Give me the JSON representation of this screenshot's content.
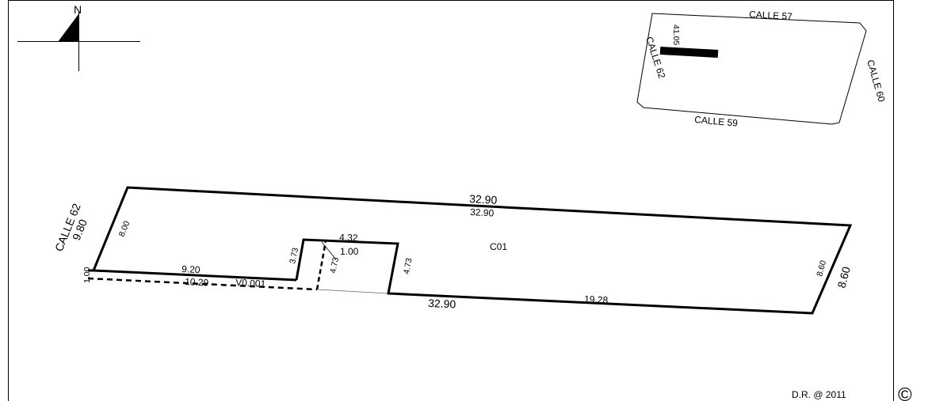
{
  "north": {
    "label": "N"
  },
  "key_map": {
    "streets": {
      "north": "CALLE 57",
      "east": "CALLE 60",
      "south": "CALLE 59",
      "west": "CALLE 62"
    },
    "distance": "41.05"
  },
  "plan": {
    "street": "CALLE 62",
    "parcel": "C01",
    "dims": {
      "top_outer": "32.90",
      "top_inner": "32.90",
      "left_outer": "9.80",
      "left_inner": "8.00",
      "left_small": "1.00",
      "right_inner": "8.60",
      "right_outer": "8.60",
      "bottom_outer": "32.90",
      "bottom_inner": "19.28",
      "step_left": "9.20",
      "dashed_len": "10.29",
      "easement": "V0.001",
      "notch_height_left": "3.73",
      "notch_top": "4.32",
      "notch_gap": "1.00",
      "notch_dashed_height": "4.73",
      "notch_height_right": "4.73"
    }
  },
  "footer": {
    "copyright": "D.R. @ 2011",
    "symbol": "©"
  }
}
